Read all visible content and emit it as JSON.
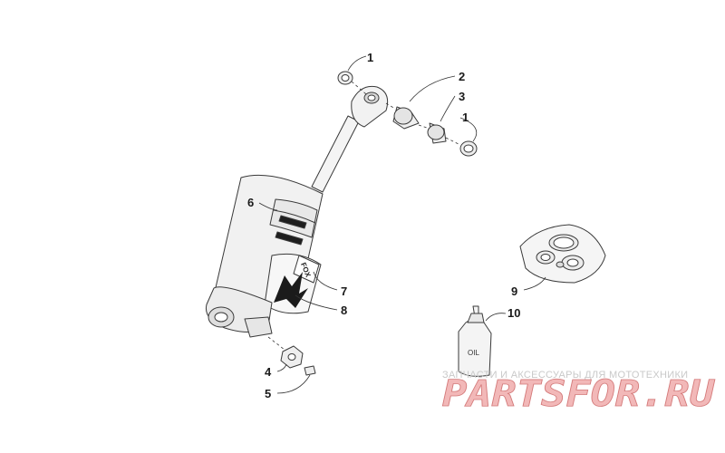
{
  "callouts": [
    {
      "id": "1a",
      "label": "1"
    },
    {
      "id": "2",
      "label": "2"
    },
    {
      "id": "3",
      "label": "3"
    },
    {
      "id": "1b",
      "label": "1"
    },
    {
      "id": "6",
      "label": "6"
    },
    {
      "id": "7",
      "label": "7"
    },
    {
      "id": "8",
      "label": "8"
    },
    {
      "id": "9",
      "label": "9"
    },
    {
      "id": "10",
      "label": "10"
    },
    {
      "id": "4",
      "label": "4"
    },
    {
      "id": "5",
      "label": "5"
    }
  ],
  "oil_label": "OIL",
  "shock_brand": "FOX",
  "watermark": {
    "tagline": "ЗАПЧАСТИ И АКСЕССУАРЫ ДЛЯ МОТОТЕХНИКИ",
    "logo": "PARTSFOR.RU"
  },
  "colors": {
    "part_fill": "#f0f0f0",
    "part_stroke": "#3a3a3a",
    "watermark_logo": "#f2b8b8"
  }
}
